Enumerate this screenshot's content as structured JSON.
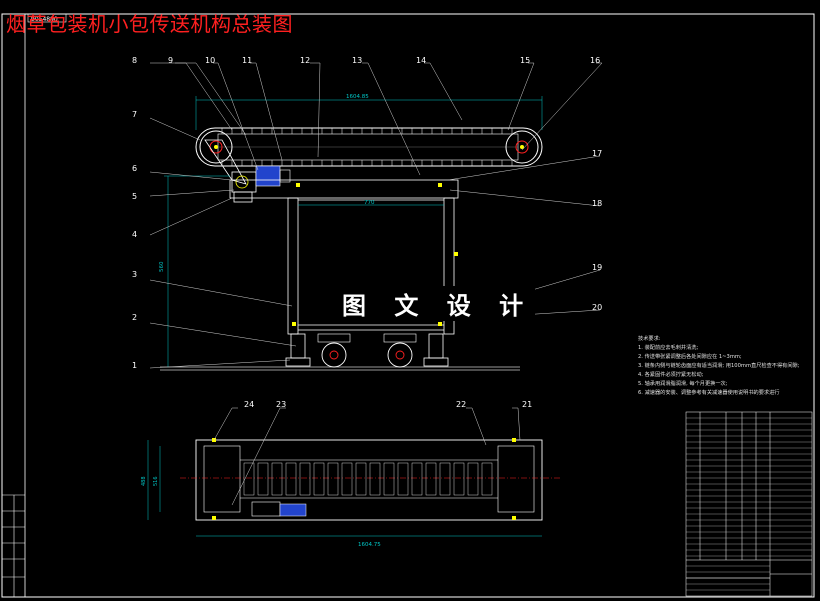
{
  "title": "烟草包装机小包传送机构总装图",
  "watermark": "图 文 设 计",
  "top_view_label": "9054890",
  "balloons": {
    "b1": "1",
    "b2": "2",
    "b3": "3",
    "b4": "4",
    "b5": "5",
    "b6": "6",
    "b7": "7",
    "b8": "8",
    "b9": "9",
    "b10": "10",
    "b11": "11",
    "b12": "12",
    "b13": "13",
    "b14": "14",
    "b15": "15",
    "b16": "16",
    "b17": "17",
    "b18": "18",
    "b19": "19",
    "b20": "20",
    "b21": "21",
    "b22": "22",
    "b23": "23",
    "b24": "24"
  },
  "dimensions": {
    "overall_length_top": "1604.85",
    "frame_width": "770",
    "overall_length_plan": "1604.75",
    "height_left": "560",
    "plan_height_1": "488",
    "plan_height_2": "516"
  },
  "notes": [
    "技术要求:",
    "1. 装配前应去毛刺并清洗;",
    "2. 传送带张紧调整后各处间隙应在 1~3mm;",
    "3. 链条内侧与链轮齿面应有适当润滑; 用100mm直尺检查不得有间隙;",
    "4. 各紧固件必须拧紧无松动;",
    "5. 轴承用润滑脂润滑, 每个月更换一次;",
    "6. 减速器的安装、调整参考有关减速器使用说明书的要求进行"
  ],
  "colors": {
    "outline": "#ffffff",
    "leader": "#d0d0d0",
    "dimension": "#00c8c8",
    "component": "#ffff00",
    "motor": "#2244cc",
    "accent": "#ff2020",
    "ground": "#cccccc"
  }
}
